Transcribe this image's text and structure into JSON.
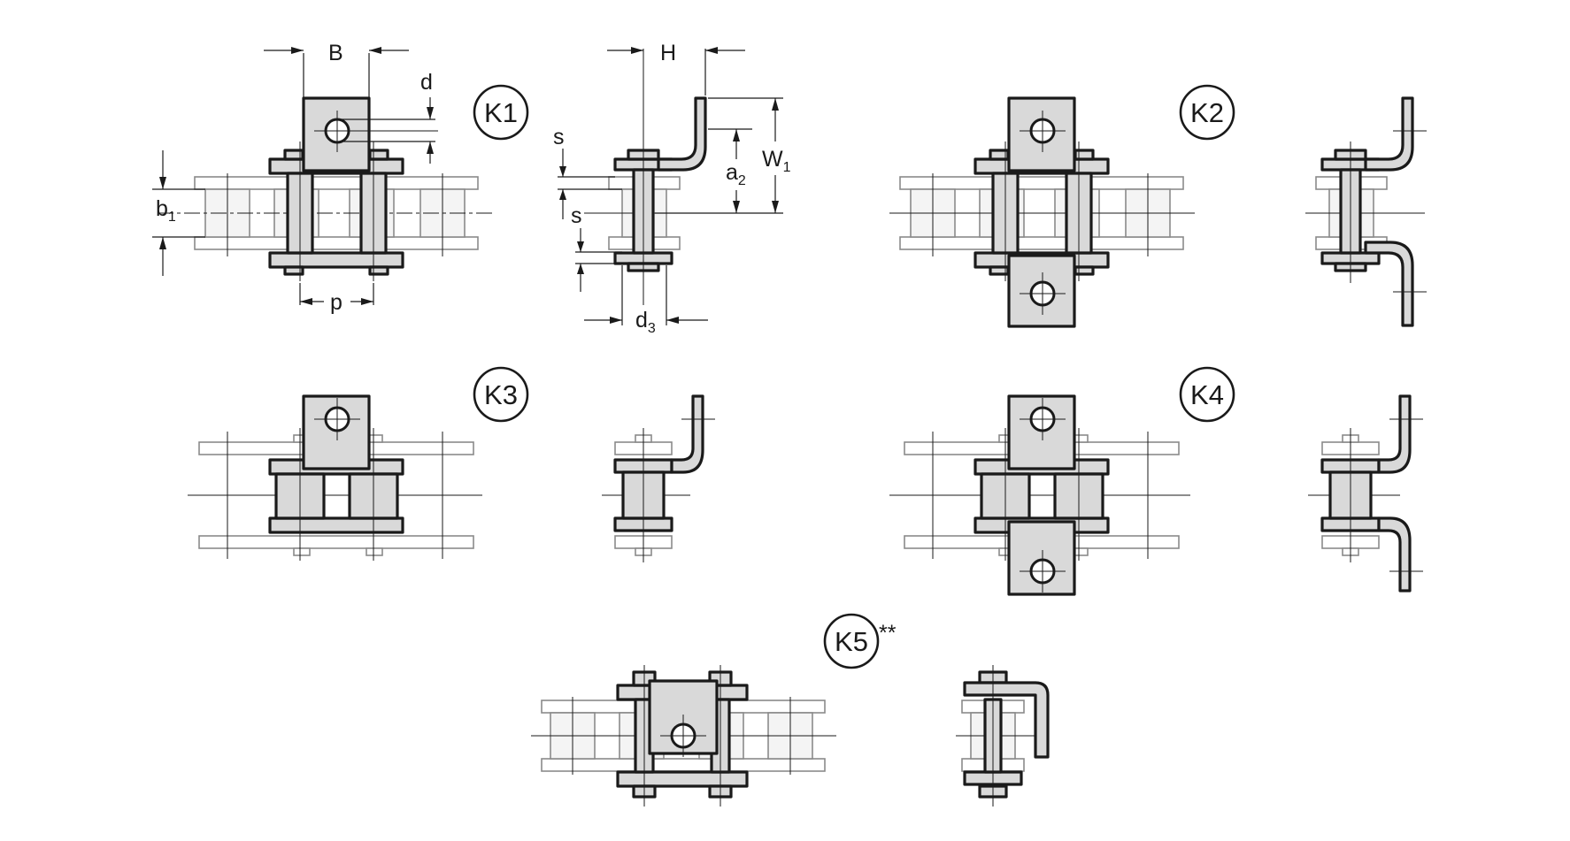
{
  "figure": {
    "variants": [
      {
        "id": "K1",
        "label": "K1"
      },
      {
        "id": "K2",
        "label": "K2"
      },
      {
        "id": "K3",
        "label": "K3"
      },
      {
        "id": "K4",
        "label": "K4"
      },
      {
        "id": "K5",
        "label": "K5",
        "suffix": "**"
      }
    ],
    "dimensions": {
      "B": "B",
      "d": "d",
      "b1": "b",
      "b1_sub": "1",
      "p": "p",
      "H": "H",
      "s_top": "s",
      "s_bottom": "s",
      "a2": "a",
      "a2_sub": "2",
      "W1": "W",
      "W1_sub": "1",
      "d3": "d",
      "d3_sub": "3"
    }
  }
}
